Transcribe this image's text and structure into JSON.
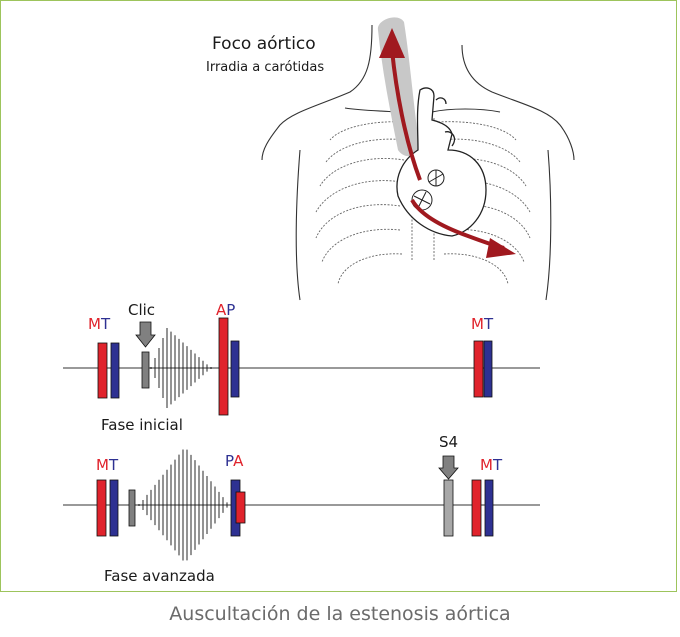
{
  "diagram": {
    "focus_title": "Foco aórtico",
    "focus_subtitle": "Irradia a carótidas",
    "phase1": {
      "label": "Fase inicial",
      "mt_m": "M",
      "mt_t": "T",
      "click": "Clic",
      "ap_a": "A",
      "ap_p": "P",
      "mt2_m": "M",
      "mt2_t": "T"
    },
    "phase2": {
      "label": "Fase avanzada",
      "mt_m": "M",
      "mt_t": "T",
      "pa_p": "P",
      "pa_a": "A",
      "s4": "S4",
      "mt2_m": "M",
      "mt2_t": "T"
    },
    "caption": "Auscultación de la estenosis aórtica",
    "colors": {
      "mitral_aortic": "#e0232c",
      "tricuspid_pulmonary": "#2e3192",
      "extra_sound": "#808080",
      "radiation_arrow": "#a0191f",
      "frame": "#9dc45c"
    }
  }
}
